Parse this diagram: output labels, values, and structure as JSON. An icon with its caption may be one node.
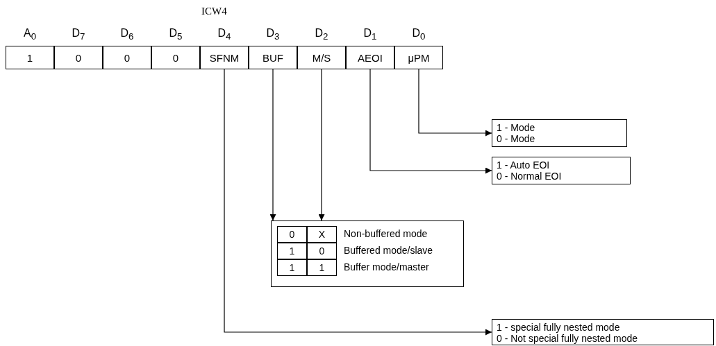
{
  "diagram": {
    "title": "ICW4",
    "nodes": [
      {
        "text": [
          "A$_{0}$",
          "1"
        ]
      },
      {
        "text": [
          "D$_{7}$",
          "0"
        ]
      },
      {
        "text": [
          "D$_{6}$",
          "0"
        ]
      },
      {
        "text": [
          "D$_{5}$",
          "0"
        ]
      },
      {
        "text": [
          "D$_{4}$",
          "SFNM"
        ]
      },
      {
        "text": [
          "D$_{3}$",
          "BUF"
        ]
      },
      {
        "text": [
          "D$_{2}$",
          "M/S"
        ]
      },
      {
        "text": [
          "D$_{1}$",
          "AEOI"
        ]
      },
      {
        "text": [
          "D$_{0}$",
          "μPM"
        ]
      },
      {
        "text": [
          "1 - Mode",
          "0 - Mode"
        ]
      },
      {
        "text": [
          "1 - Auto EOI",
          "0 - Normal EOI"
        ]
      },
      {
        "text": [
          "Non-buffered mode",
          "Buffered mode/slave",
          "Buffer mode/master"
        ]
      },
      {
        "text": [
          "0"
        ],
        "in": 11
      },
      {
        "text": [
          "X"
        ],
        "in": 11
      },
      {
        "text": [
          "1"
        ],
        "in": 11
      },
      {
        "text": [
          "0"
        ],
        "in": 11
      },
      {
        "text": [
          "1"
        ],
        "in": 11
      },
      {
        "text": [
          "1"
        ],
        "in": 11
      },
      {
        "text": [
          "1 - special fully nested mode",
          "0 - Not special fully nested mode"
        ]
      }
    ],
    "edges": [
      {
        "from": 8,
        "to": 9,
        "arrow": "to"
      },
      {
        "from": 7,
        "to": 10,
        "arrow": "to"
      },
      {
        "from": 5,
        "to": 11,
        "arrow": "to"
      },
      {
        "from": 6,
        "to": 11,
        "arrow": "to"
      },
      {
        "from": 4,
        "to": 18,
        "arrow": "to"
      }
    ]
  }
}
